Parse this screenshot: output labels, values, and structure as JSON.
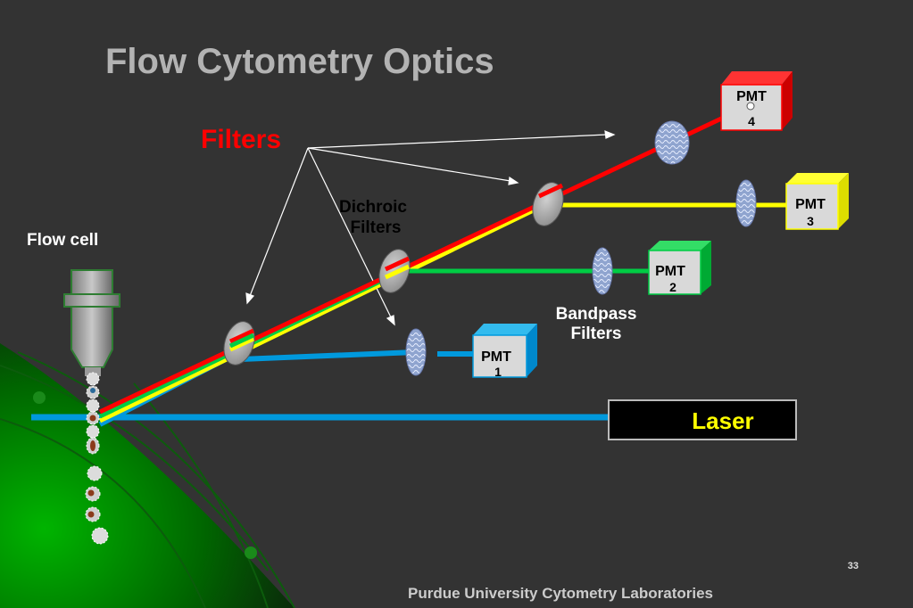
{
  "slide": {
    "title": "Flow Cytometry Optics",
    "page_number": "33",
    "footer": "Purdue University Cytometry Laboratories"
  },
  "labels": {
    "filters": "Filters",
    "dichroic_line1": "Dichroic",
    "dichroic_line2": "Filters",
    "flow_cell": "Flow cell",
    "bandpass_line1": "Bandpass",
    "bandpass_line2": "Filters",
    "laser": "Laser"
  },
  "detectors": [
    {
      "id": "pmt4",
      "label": "PMT",
      "number": "4",
      "color": "#ff0000"
    },
    {
      "id": "pmt3",
      "label": "PMT",
      "number": "3",
      "color": "#ffff00"
    },
    {
      "id": "pmt2",
      "label": "PMT",
      "number": "2",
      "color": "#00cc44"
    },
    {
      "id": "pmt1",
      "label": "PMT",
      "number": "1",
      "color": "#0099dd"
    }
  ],
  "colors": {
    "background": "#333333",
    "title": "#b3b3b3",
    "filters_label": "#ff0000",
    "laser_text": "#ffff00",
    "laser_box": "#000000",
    "beam_blue": "#0099dd",
    "beam_red": "#ff0000",
    "beam_yellow": "#ffff00",
    "beam_green": "#00cc44",
    "footer": "#cccccc"
  }
}
